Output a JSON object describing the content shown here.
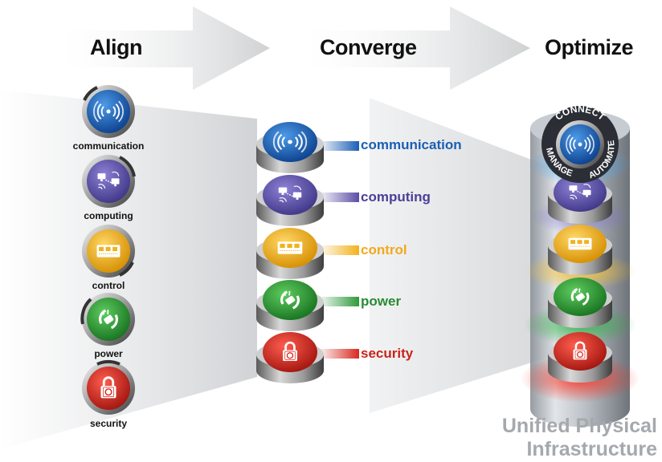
{
  "phases": [
    "Align",
    "Converge",
    "Optimize"
  ],
  "systems": [
    {
      "label": "communication",
      "color": "#1a5fb4",
      "icon": "wireless-disc-icon"
    },
    {
      "label": "computing",
      "color": "#5b4ea6",
      "icon": "network-computers-icon"
    },
    {
      "label": "control",
      "color": "#f2b21c",
      "icon": "control-panel-icon"
    },
    {
      "label": "power",
      "color": "#2e9a3a",
      "icon": "power-plug-icon"
    },
    {
      "label": "security",
      "color": "#d8281f",
      "icon": "padlock-icon"
    }
  ],
  "ring_words": [
    "CONNECT",
    "MANAGE",
    "AUTOMATE"
  ],
  "caption": {
    "line1": "Unified Physical",
    "line2": "Infrastructure"
  }
}
